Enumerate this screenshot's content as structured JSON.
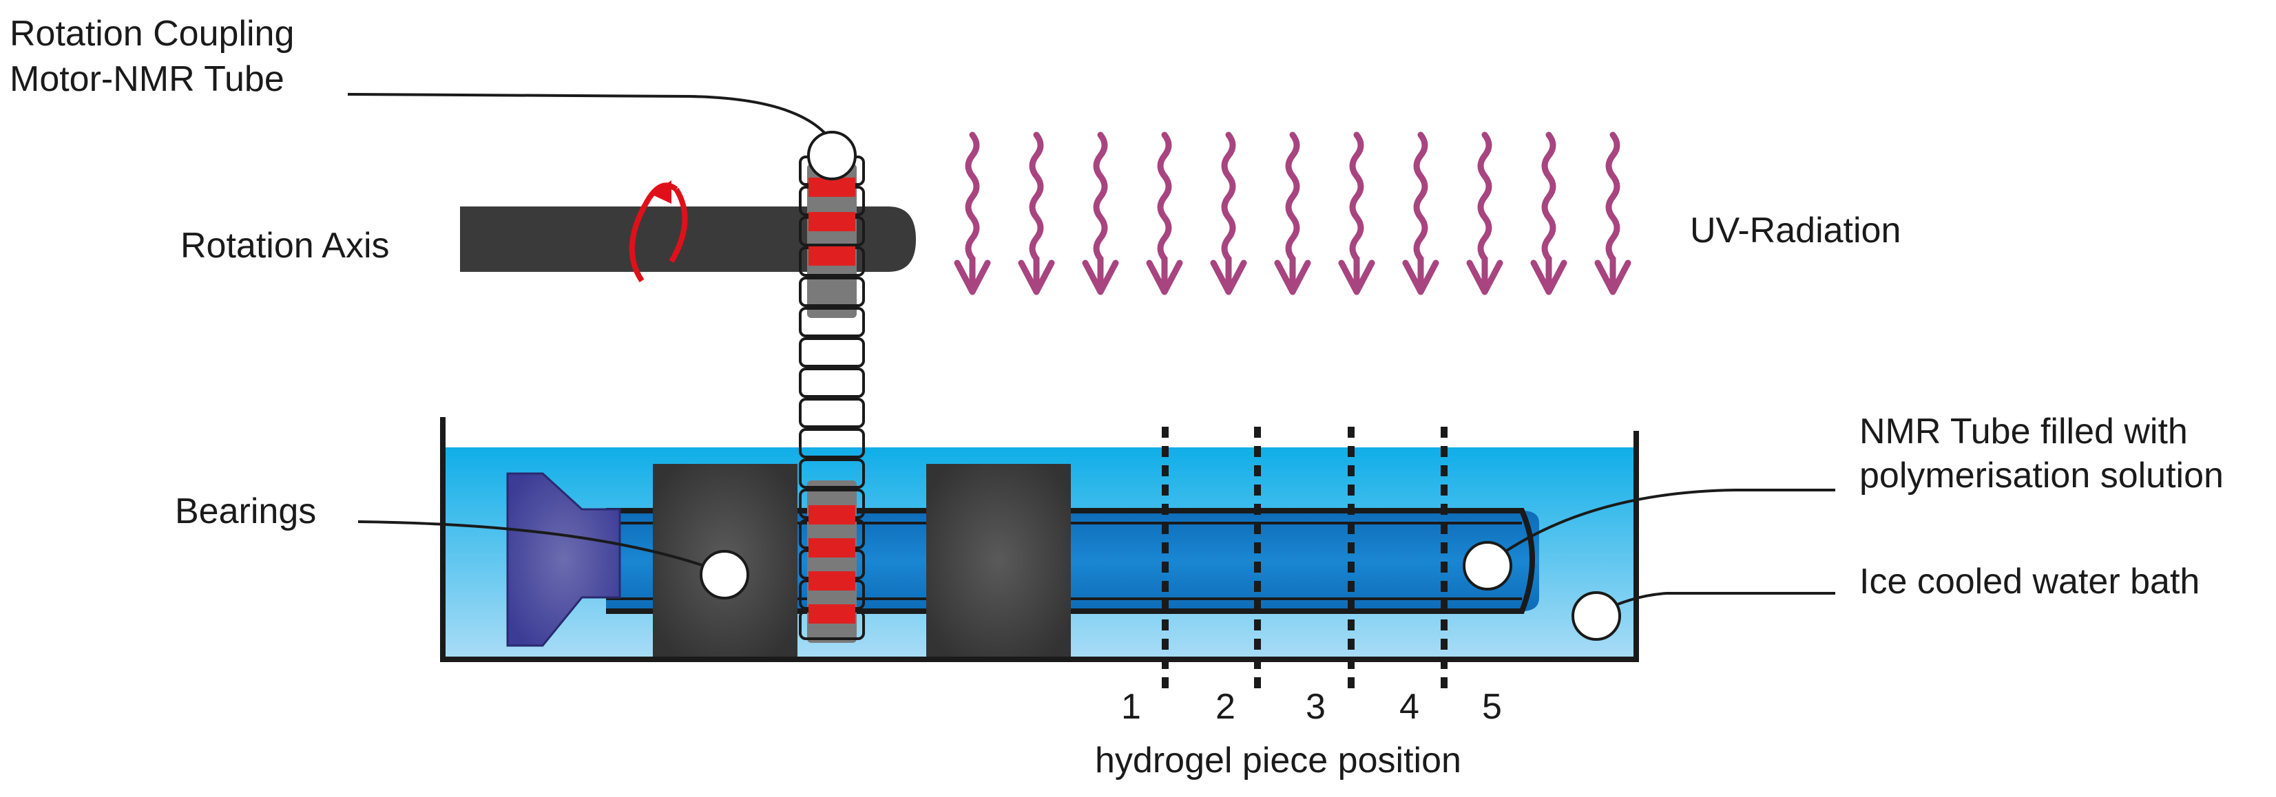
{
  "labels": {
    "rotation_coupling_line1": "Rotation Coupling",
    "rotation_coupling_line2": "Motor-NMR Tube",
    "rotation_axis": "Rotation Axis",
    "uv_radiation": "UV-Radiation",
    "bearings": "Bearings",
    "nmr_tube_line1": "NMR Tube filled with",
    "nmr_tube_line2": "polymerisation solution",
    "water_bath": "Ice cooled water bath",
    "hydrogel_caption": "hydrogel piece position"
  },
  "positions": [
    "1",
    "2",
    "3",
    "4",
    "5"
  ],
  "icons": {
    "uv_arrow": "wavy-down-arrow-icon",
    "rotation": "rotation-arrow-icon"
  },
  "colors": {
    "uv": "#a8447f",
    "rotation_arrow": "#e0101a",
    "water_top": "#10aee8",
    "water_bottom": "#a8dcf6",
    "nmr_tube": "#0a76c4",
    "motor_axis": "#3a3a3a",
    "bearing": "#3b3b3b",
    "gear_red": "#e02020",
    "gear_gray": "#7a7a7a",
    "motor_end": "#4a4aa8"
  }
}
